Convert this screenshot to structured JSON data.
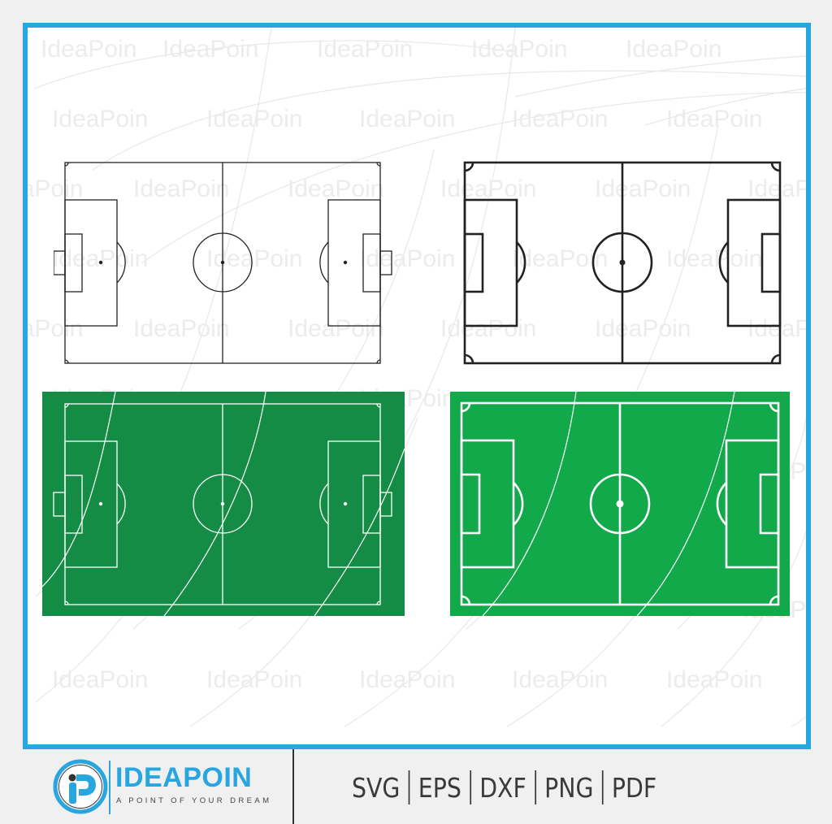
{
  "colors": {
    "frame_border": "#27a6df",
    "background": "#f0f0f0",
    "canvas": "#ffffff",
    "field_dark_green": "#158c45",
    "field_light_green": "#11a94a",
    "line_black": "#222222",
    "line_white": "#ffffff",
    "brand_blue": "#27a6df",
    "format_text": "#3a3a3a",
    "watermark": "#ececec"
  },
  "watermark": {
    "text": "IdeaPoin"
  },
  "fields": [
    {
      "id": "thin-outline",
      "style": "thin black outline on white",
      "position": "top-left"
    },
    {
      "id": "bold-outline",
      "style": "bold black outline on white",
      "position": "top-right"
    },
    {
      "id": "dark-green",
      "style": "dark green with thin white lines",
      "position": "bottom-left"
    },
    {
      "id": "light-green",
      "style": "bright green with bold white lines",
      "position": "bottom-right"
    }
  ],
  "footer": {
    "brand": "IDEAPOIN",
    "tagline": "A POINT OF YOUR DREAM",
    "logo_icon": "ip-circle-logo",
    "formats": [
      "SVG",
      "EPS",
      "DXF",
      "PNG",
      "PDF"
    ]
  }
}
